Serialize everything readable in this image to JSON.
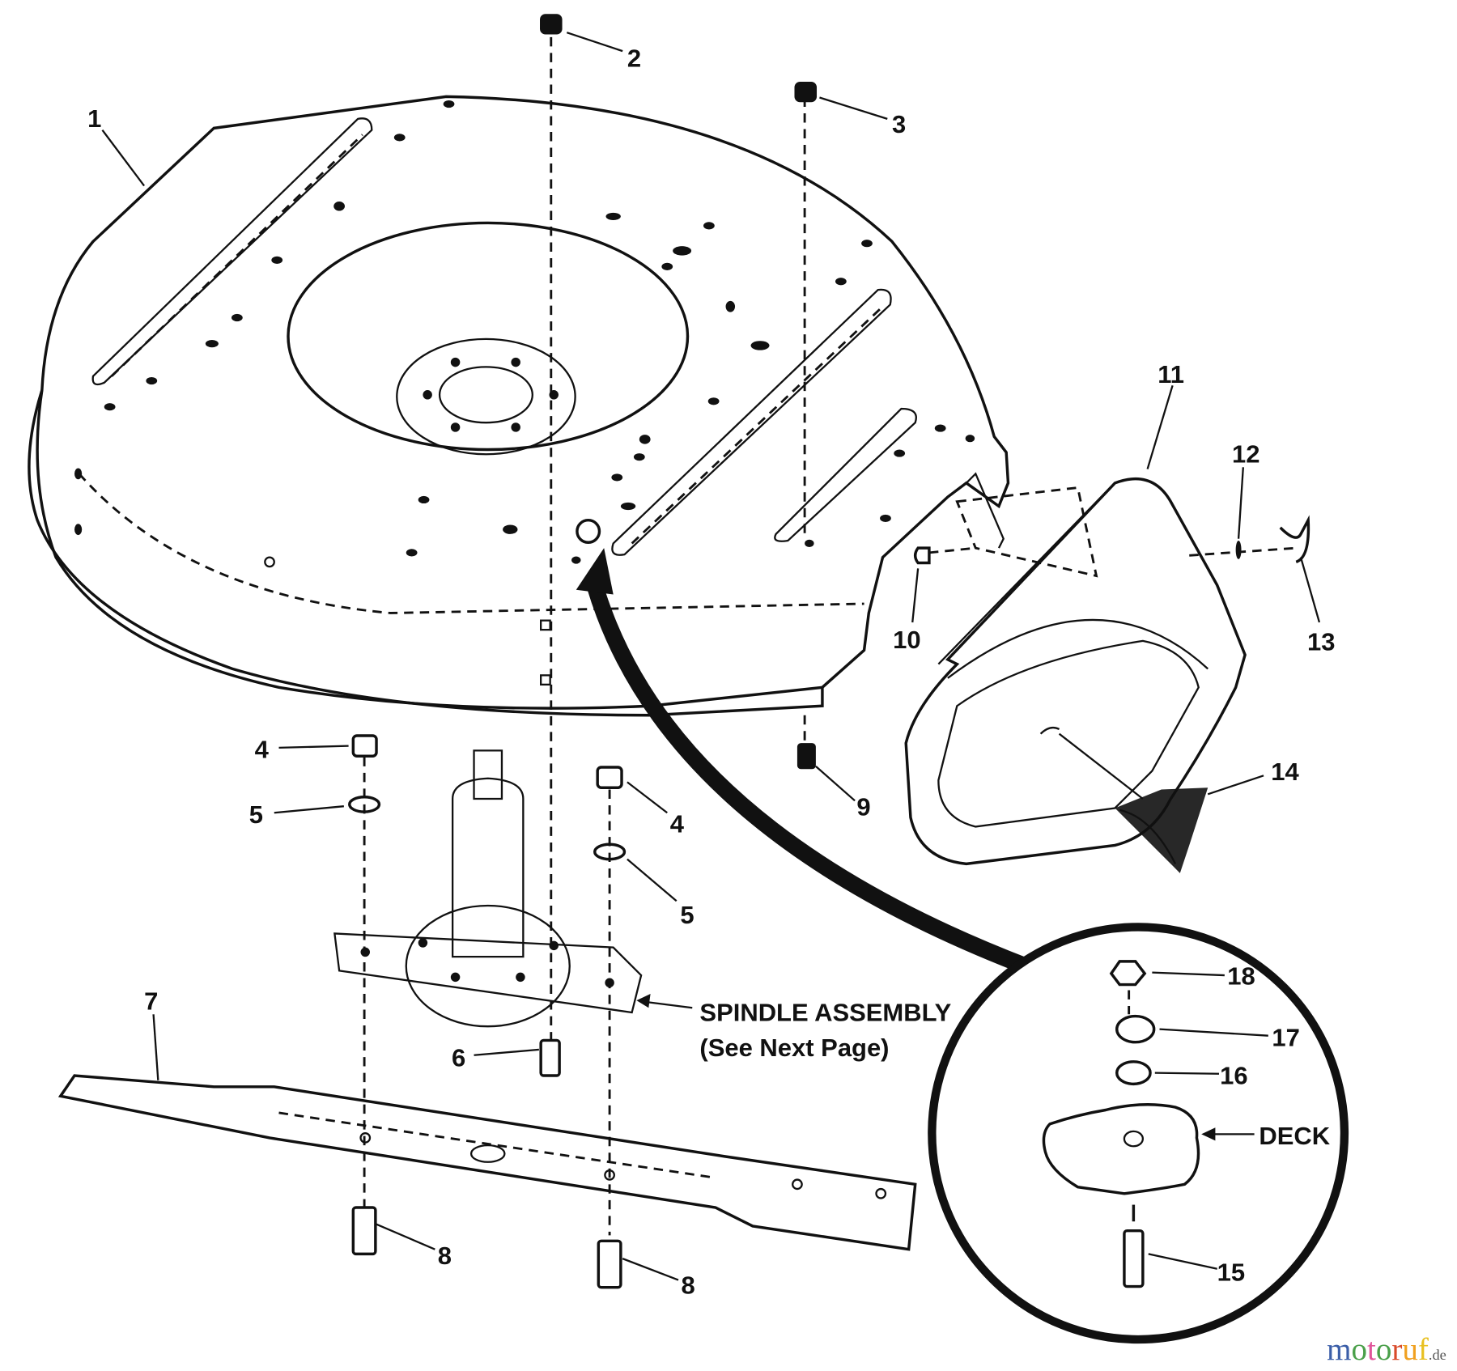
{
  "diagram": {
    "type": "exploded parts diagram",
    "callouts": [
      "1",
      "2",
      "3",
      "4",
      "5",
      "4",
      "5",
      "6",
      "7",
      "8",
      "8",
      "9",
      "10",
      "11",
      "12",
      "13",
      "14",
      "15",
      "16",
      "17",
      "18"
    ],
    "annotations": {
      "spindle_assembly": "SPINDLE ASSEMBLY",
      "see_next_page": "(See Next Page)",
      "deck": "DECK"
    },
    "watermark": {
      "name": "motoruf",
      "suffix": ".de"
    },
    "colors": {
      "ink": "#111111",
      "background": "#ffffff"
    }
  }
}
